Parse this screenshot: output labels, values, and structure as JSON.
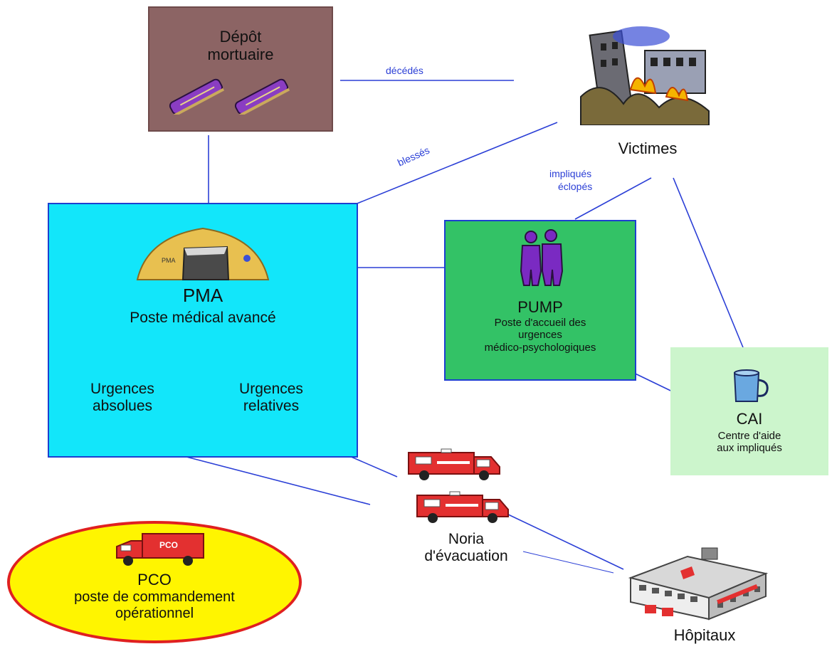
{
  "depot": {
    "line1": "Dépôt",
    "line2": "mortuaire"
  },
  "edges": {
    "decedes": "décédés",
    "blesses": "blessés",
    "impliques": "impliqués",
    "eclopes": "éclopés"
  },
  "victimes": {
    "label": "Victimes"
  },
  "pma": {
    "tent_text": "PMA",
    "title": "PMA",
    "subtitle": "Poste médical avancé",
    "ua_line1": "Urgences",
    "ua_line2": "absolues",
    "ur_line1": "Urgences",
    "ur_line2": "relatives"
  },
  "pump": {
    "title": "PUMP",
    "line1": "Poste d'accueil des",
    "line2": "urgences",
    "line3": "médico-psychologiques"
  },
  "cai": {
    "title": "CAI",
    "line1": "Centre d'aide",
    "line2": "aux impliqués"
  },
  "noria": {
    "line1": "Noria",
    "line2": "d'évacuation"
  },
  "pco": {
    "truck_text": "PCO",
    "title": "PCO",
    "line1": "poste de commandement",
    "line2": "opérationnel"
  },
  "hopitaux": {
    "label": "Hôpitaux"
  },
  "colors": {
    "depot_fill": "#8c6464",
    "pma_fill": "#12e6fa",
    "pump_fill": "#33c266",
    "cai_fill": "#ccf5cc",
    "pco_fill": "#fff500",
    "pco_border": "#e02020",
    "line": "#2b3fd6"
  }
}
